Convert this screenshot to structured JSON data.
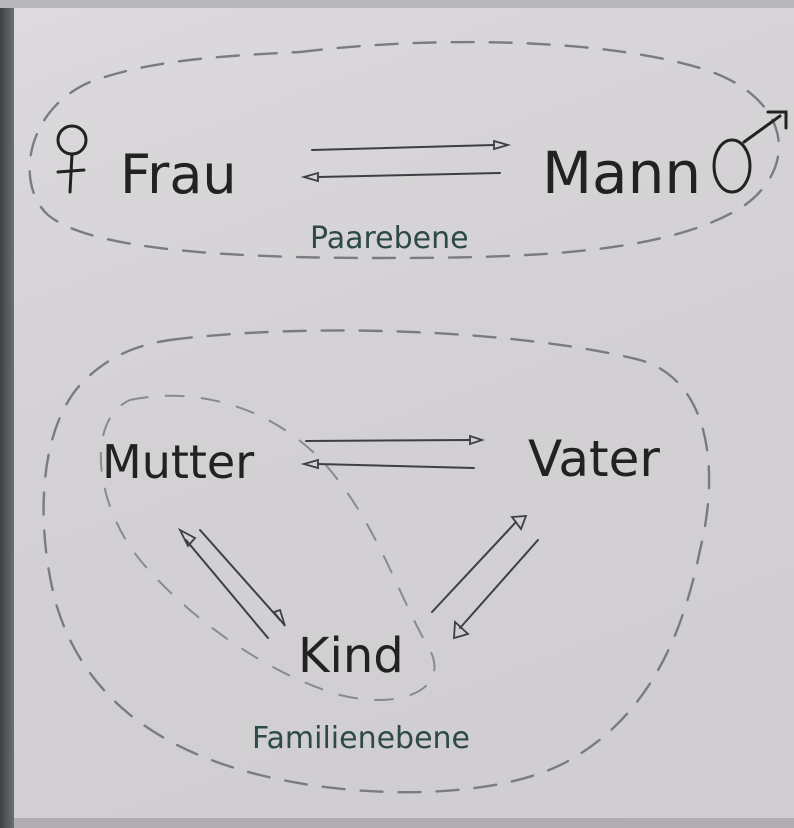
{
  "paar": {
    "frau_label": "Frau",
    "mann_label": "Mann",
    "level_label": "Paarebene",
    "female_symbol": "female-symbol-icon",
    "male_symbol": "male-symbol-icon"
  },
  "familie": {
    "mutter_label": "Mutter",
    "vater_label": "Vater",
    "kind_label": "Kind",
    "level_label": "Familienebene"
  },
  "colors": {
    "ink": "#222222",
    "label_green": "#2d4b44",
    "dashed_outline": "#7b7b80",
    "paper": "#d6d4d6"
  }
}
